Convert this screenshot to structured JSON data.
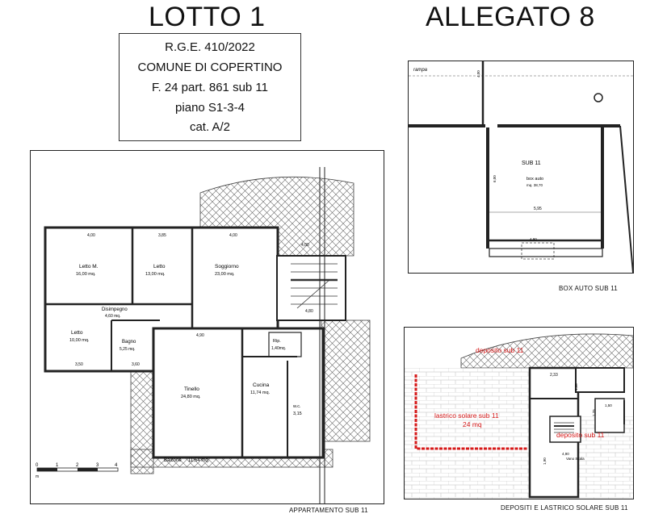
{
  "header": {
    "lot_title": "LOTTO 1",
    "annex_title": "ALLEGATO 8"
  },
  "info": {
    "lines": [
      "R.G.E. 410/2022",
      "COMUNE DI COPERTINO",
      "F. 24 part. 861 sub 11",
      "piano S1-3-4",
      "cat. A/2"
    ]
  },
  "apartment": {
    "caption": "APPARTAMENTO SUB 11",
    "rooms": [
      {
        "name": "Letto M.",
        "area": "16,00 mq."
      },
      {
        "name": "Letto",
        "area": "13,00 mq."
      },
      {
        "name": "Soggiorno",
        "area": "23,00 mq."
      },
      {
        "name": "Disimpegno",
        "area": "4,60 mq."
      },
      {
        "name": "Letto",
        "area": "10,00 mq."
      },
      {
        "name": "Bagno",
        "area": "5,25 mq."
      },
      {
        "name": "Rip.",
        "area": "1,40mq."
      },
      {
        "name": "Tinello",
        "area": "24,80 mq."
      },
      {
        "name": "Cucina",
        "area": "11,74 mq."
      },
      {
        "name": "w.c.",
        "area": "3,15"
      },
      {
        "name": "Balcone",
        "area": "11,64 mq."
      }
    ],
    "dims": [
      "4,00",
      "3,85",
      "4,00",
      "4,80",
      "3,50",
      "3,60",
      "4,90",
      "4,00"
    ],
    "scale_ticks": [
      "0",
      "1",
      "2",
      "3",
      "4"
    ],
    "scale_unit": "m"
  },
  "box": {
    "caption": "BOX AUTO  SUB 11",
    "ramp_label": "rampa",
    "sub_label": "SUB 11",
    "room_name": "box auto",
    "room_area": "mq. 38,70",
    "dims": [
      "4,00",
      "6,00",
      "5,95",
      "4,90"
    ]
  },
  "deposits": {
    "caption": "DEPOSITI E LASTRICO SOLARE  SUB 11",
    "deposit_top": "deposito sub 11",
    "terrace_name": "lastrico solare sub 11",
    "terrace_area": "24 mq",
    "deposit_right": "deposito sub 11",
    "stair_label": "Vano Scala",
    "dims": [
      "2,33",
      "1,46",
      "1,50",
      "1,25",
      "4,90",
      "1,90"
    ]
  },
  "colors": {
    "line": "#222222",
    "hatch": "#555555",
    "accent_red": "#d61818"
  }
}
